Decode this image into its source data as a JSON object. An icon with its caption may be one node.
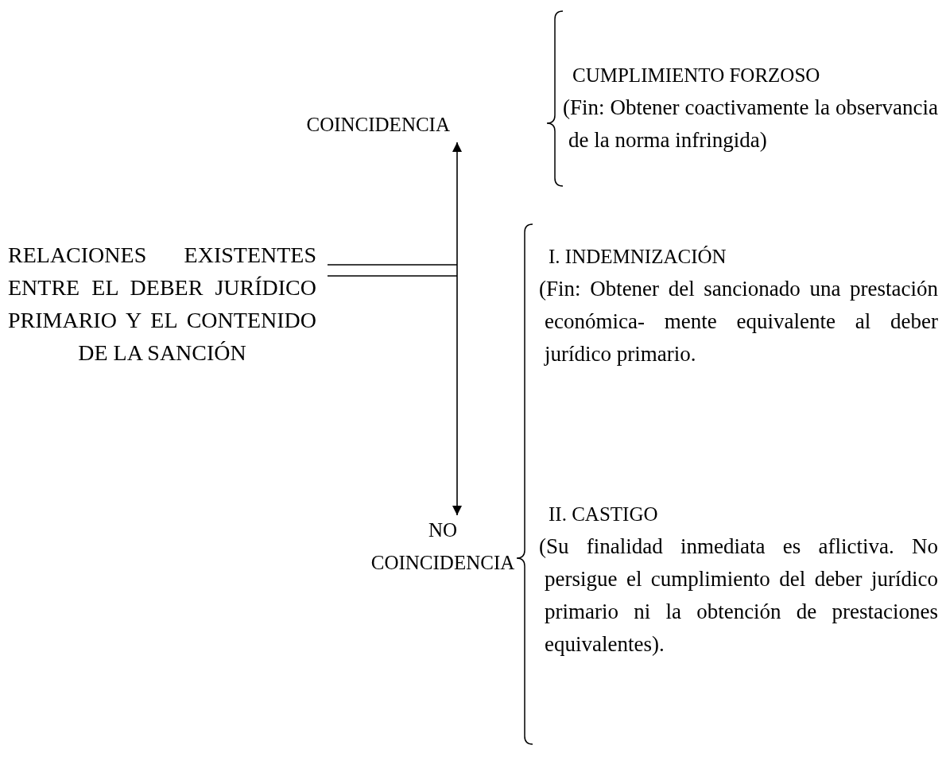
{
  "diagram": {
    "nodes": [
      {
        "text": [
          "RELACIONES EXISTENTES ENTRE EL DEBER JURÍDICO PRIMARIO Y EL CONTENIDO DE LA SANCIÓN"
        ]
      },
      {
        "text": [
          "COINCIDENCIA"
        ]
      },
      {
        "text": [
          "NO COINCIDENCIA"
        ]
      },
      {
        "text": [
          "CUMPLIMIENTO FORZOSO",
          "(Fin: Obtener coactivamente la observancia de la norma infringida)"
        ]
      },
      {
        "text": [
          "I. INDEMNIZACIÓN",
          "(Fin: Obtener del sancionado una prestación económica- mente equivalente al deber jurídico primario."
        ]
      },
      {
        "text": [
          "II. CASTIGO",
          "(Su finalidad inmediata es aflictiva. No persigue el cumplimiento del deber jurídico primario ni la obtención de prestaciones equivalentes)."
        ]
      }
    ],
    "edges": [
      {
        "from": 0,
        "to": null,
        "arrow": "none"
      },
      {
        "from": 1,
        "to": 2,
        "arrow": "both"
      }
    ]
  }
}
